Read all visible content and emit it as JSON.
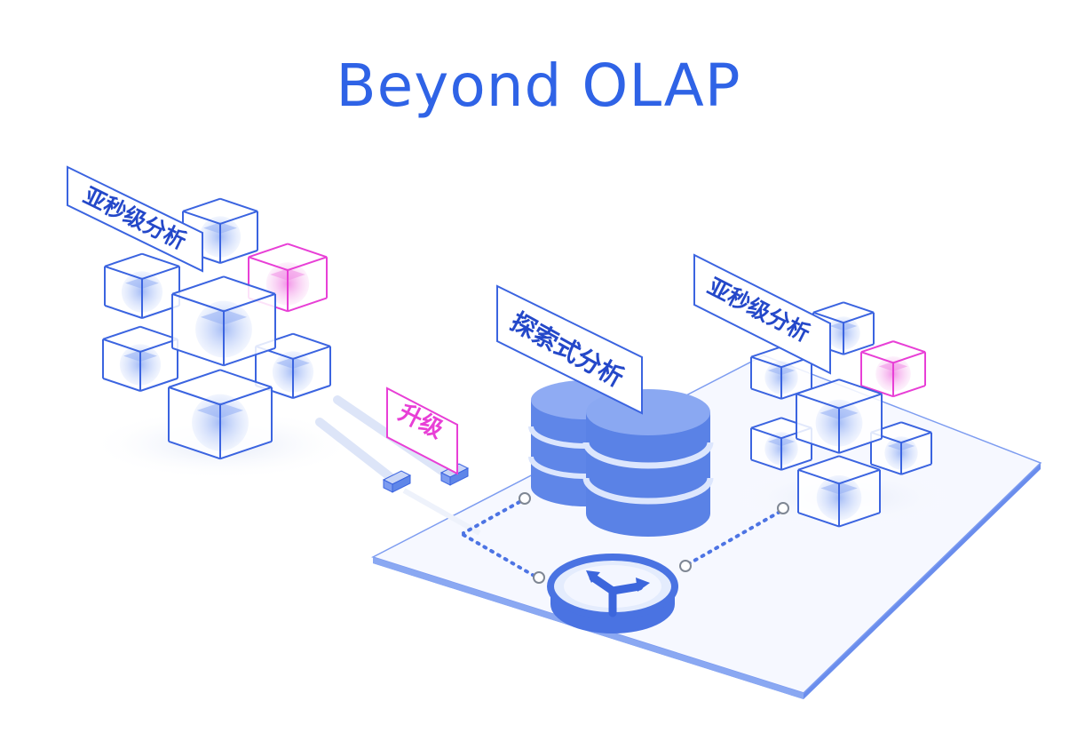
{
  "title": "Beyond OLAP",
  "labels": {
    "left_cluster": "亚秒级分析",
    "right_cluster": "亚秒级分析",
    "database": "探索式分析",
    "upgrade": "升级"
  },
  "colors": {
    "title": "#2f63e6",
    "line": "#3b64e0",
    "cube_fill": "#c9d8fb",
    "highlight": "#e83fd6",
    "highlight_fill": "#f6b9ef",
    "platform_top": "#f7f9ff",
    "platform_edge": "#7d9cf0",
    "db_fill": "#5f86e8",
    "db_band": "#dce6fd"
  },
  "icons": {
    "center_node": "merge-arrows-icon",
    "cube": "cube-icon",
    "database": "database-icon",
    "connector": "connector-plug-icon"
  }
}
